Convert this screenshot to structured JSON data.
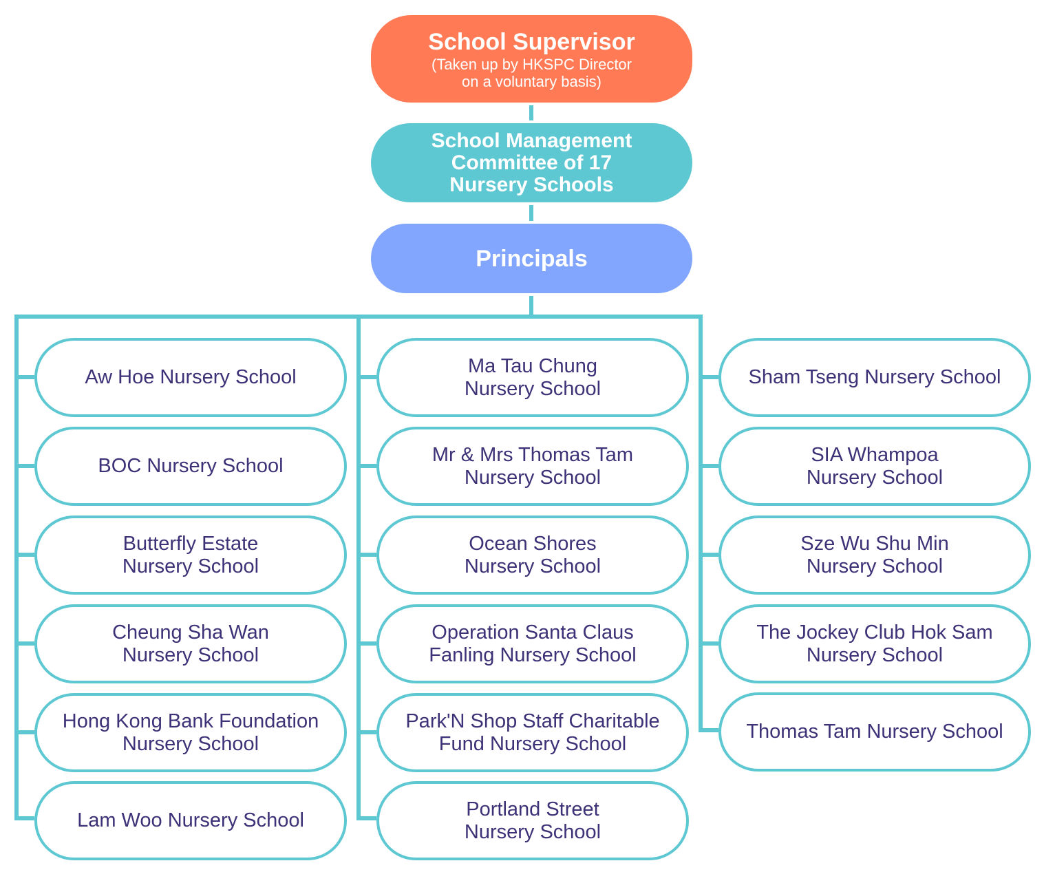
{
  "supervisor": {
    "title": "School Supervisor",
    "subtitle_line1": "(Taken up by HKSPC Director",
    "subtitle_line2": "on a voluntary basis)"
  },
  "committee": {
    "title": "School Management Committee of 17 Nursery Schools"
  },
  "principals": {
    "title": "Principals"
  },
  "schools": {
    "col1": [
      "Aw Hoe Nursery School",
      "BOC Nursery School",
      "Butterfly Estate Nursery School",
      "Cheung Sha Wan Nursery School",
      "Hong Kong Bank Foundation Nursery School",
      "Lam Woo Nursery School"
    ],
    "col2": [
      "Ma Tau Chung Nursery School",
      "Mr & Mrs Thomas Tam Nursery School",
      "Ocean Shores Nursery School",
      "Operation Santa Claus Fanling Nursery School",
      "Park'N Shop Staff Charitable Fund Nursery School",
      "Portland Street Nursery School"
    ],
    "col3": [
      "Sham Tseng Nursery School",
      "SIA Whampoa Nursery School",
      "Sze Wu Shu Min Nursery School",
      "The Jockey Club Hok Sam Nursery School",
      "Thomas Tam Nursery School"
    ]
  },
  "colors": {
    "supervisor": "#FF7A55",
    "committee": "#5EC8D2",
    "principals": "#82A6FD",
    "connector": "#5EC8D2",
    "school_text": "#3D3177"
  }
}
